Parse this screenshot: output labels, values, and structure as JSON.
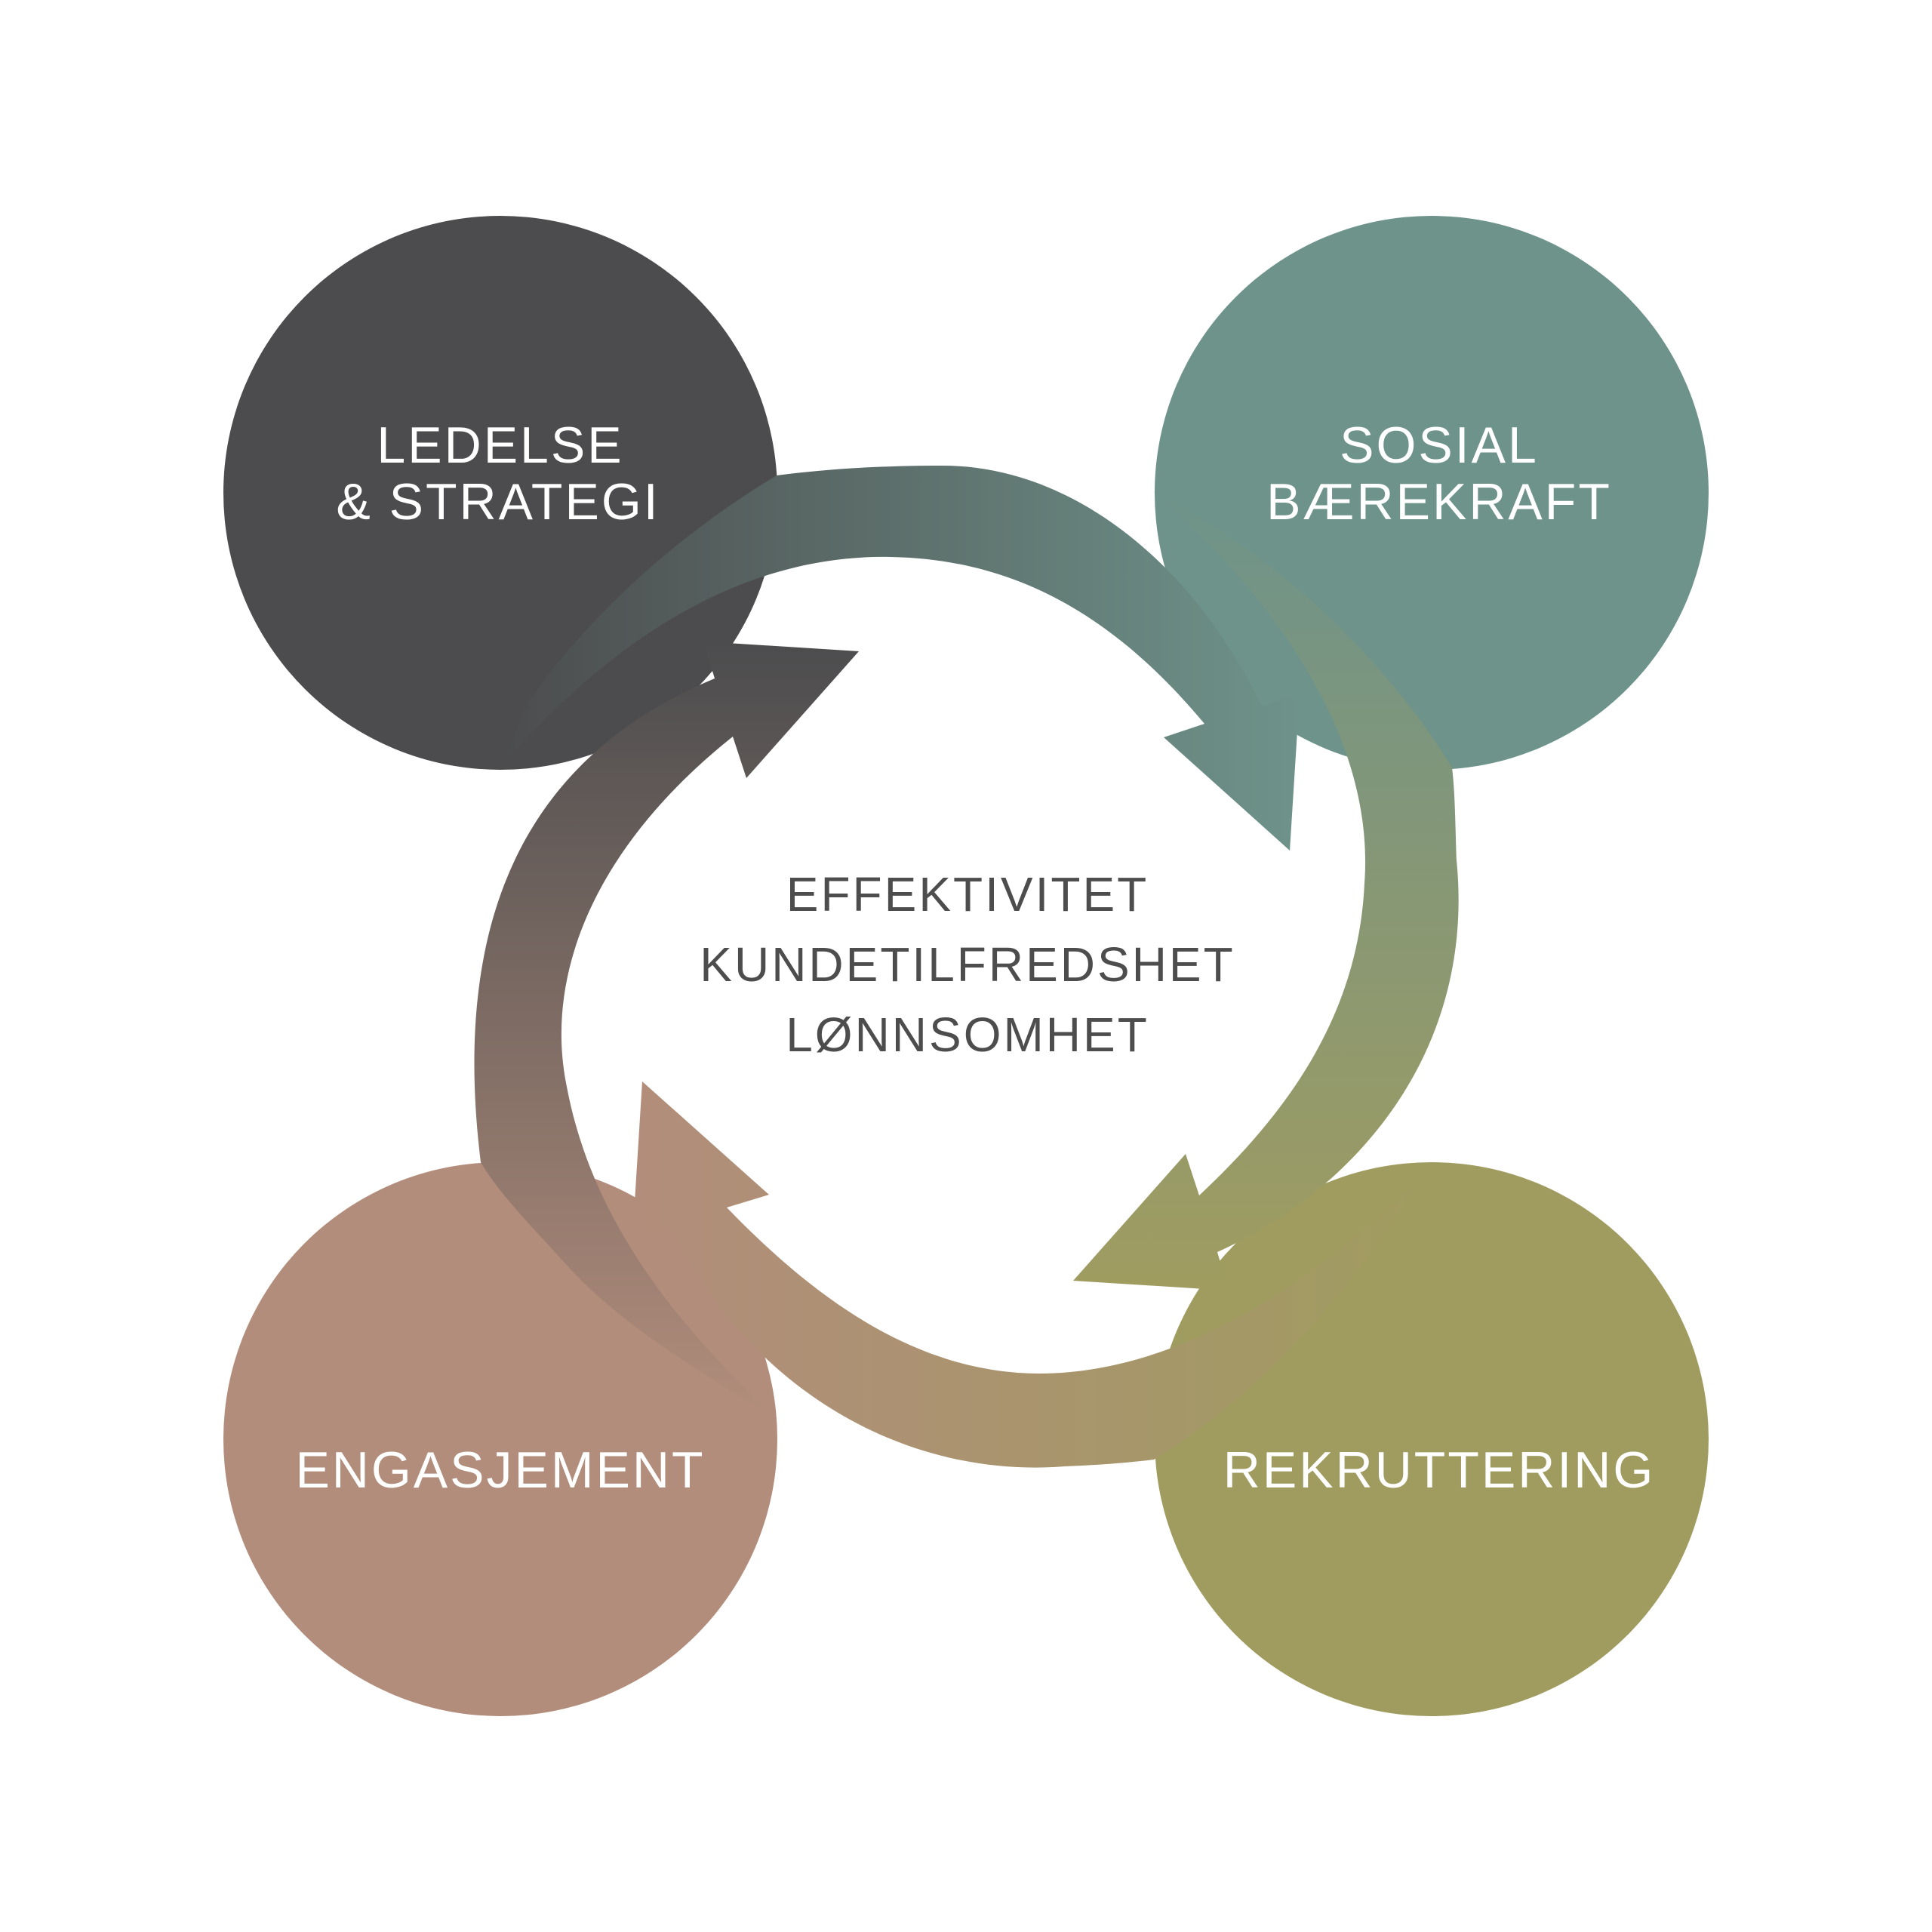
{
  "diagram": {
    "title": "",
    "center": {
      "lines": [
        "EFFEKTIVITET",
        "KUNDETILFREDSHET",
        "LØNNSOMHET"
      ],
      "color": "#4d4d4d"
    },
    "nodes": [
      {
        "id": "ledelse-strategi",
        "position": "top-left",
        "lines": [
          "LEDELSE",
          "& STRATEGI"
        ],
        "color": "#4c4c4e"
      },
      {
        "id": "sosial-baerekraft",
        "position": "top-right",
        "lines": [
          "SOSIAL",
          "BÆREKRAFT"
        ],
        "color": "#6e938a"
      },
      {
        "id": "rekruttering",
        "position": "bottom-right",
        "lines": [
          "REKRUTTERING"
        ],
        "color": "#a09c60"
      },
      {
        "id": "engasjement",
        "position": "bottom-left",
        "lines": [
          "ENGASJEMENT"
        ],
        "color": "#b28d7b"
      }
    ],
    "cycle_direction": "clockwise",
    "arrows": [
      {
        "from": "ledelse-strategi",
        "to": "sosial-baerekraft",
        "color_start": "#4c4c4e",
        "color_end": "#6e938a"
      },
      {
        "from": "sosial-baerekraft",
        "to": "rekruttering",
        "color_start": "#6e938a",
        "color_end": "#a09c60"
      },
      {
        "from": "rekruttering",
        "to": "engasjement",
        "color_start": "#a09c60",
        "color_end": "#b28d7b"
      },
      {
        "from": "engasjement",
        "to": "ledelse-strategi",
        "color_start": "#b28d7b",
        "color_end": "#4c4c4e"
      }
    ],
    "background": "#ffffff",
    "label_color": "#ffffff"
  }
}
